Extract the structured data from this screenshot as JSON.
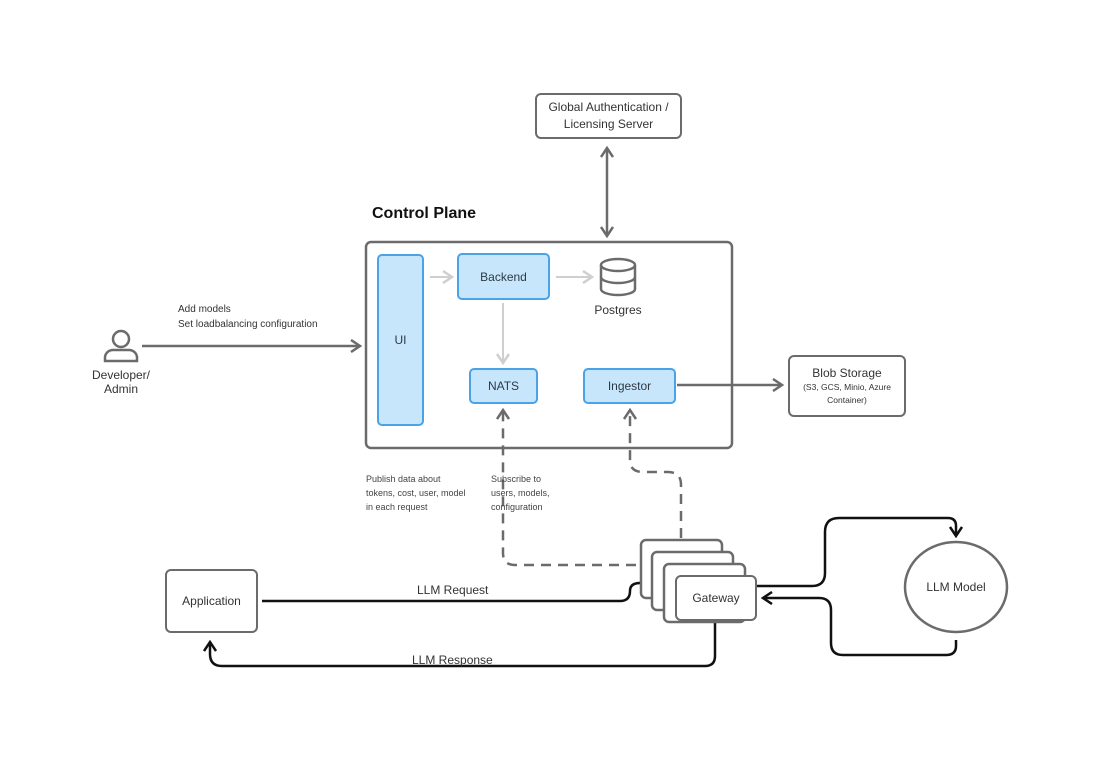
{
  "diagram": {
    "title": "Control Plane",
    "nodes": {
      "auth_server": {
        "line1": "Global Authentication /",
        "line2": "Licensing Server"
      },
      "ui": "UI",
      "backend": "Backend",
      "postgres": "Postgres",
      "nats": "NATS",
      "ingestor": "Ingestor",
      "blob_storage": {
        "title": "Blob Storage",
        "line1": "(S3, GCS, Minio, Azure",
        "line2": "Container)"
      },
      "developer": {
        "line1": "Developer/",
        "line2": "Admin"
      },
      "application": "Application",
      "gateway": "Gateway",
      "llm_model": "LLM Model"
    },
    "edge_labels": {
      "developer_to_ui": {
        "line1": "Add models",
        "line2": "Set loadbalancing configuration"
      },
      "publish": {
        "line1": "Publish data about",
        "line2": "tokens, cost, user, model",
        "line3": "in each request"
      },
      "subscribe": {
        "line1": "Subscribe to",
        "line2": "users, models,",
        "line3": "configuration"
      },
      "llm_request": "LLM Request",
      "llm_response": "LLM Response"
    },
    "colors": {
      "blue_fill": "#c7e5fb",
      "blue_border": "#4aa3e6",
      "gray_line": "#6b6b6b",
      "light_arrow": "#cfcfcf",
      "black_line": "#111111"
    }
  }
}
